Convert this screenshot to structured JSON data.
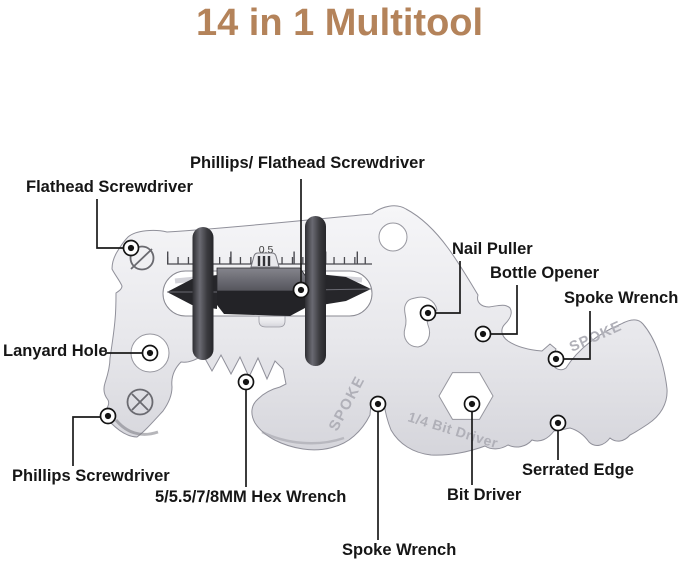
{
  "title": "14 in 1 Multitool",
  "colors": {
    "title": "#b4835a",
    "label": "#161616",
    "tool_body": "#ececf0",
    "oring": "#404044",
    "bit": "#26262a"
  },
  "tool": {
    "ruler_label": "0.5",
    "engravings": {
      "spoke_jaw": "SPOKE",
      "spoke_fin": "SPOKE",
      "bit_driver": "1/4 Bit Driver"
    }
  },
  "callouts": [
    {
      "id": "flathead-screwdriver",
      "label": "Flathead Screwdriver"
    },
    {
      "id": "phillips-flathead-screwdriver",
      "label": "Phillips/ Flathead Screwdriver"
    },
    {
      "id": "nail-puller",
      "label": "Nail Puller"
    },
    {
      "id": "bottle-opener",
      "label": "Bottle Opener"
    },
    {
      "id": "spoke-wrench-right",
      "label": "Spoke Wrench"
    },
    {
      "id": "lanyard-hole",
      "label": "Lanyard Hole"
    },
    {
      "id": "phillips-screwdriver",
      "label": "Phillips Screwdriver"
    },
    {
      "id": "hex-wrench",
      "label": "5/5.5/7/8MM Hex Wrench"
    },
    {
      "id": "spoke-wrench-bottom",
      "label": "Spoke Wrench"
    },
    {
      "id": "bit-driver",
      "label": "Bit Driver"
    },
    {
      "id": "serrated-edge",
      "label": "Serrated Edge"
    }
  ]
}
